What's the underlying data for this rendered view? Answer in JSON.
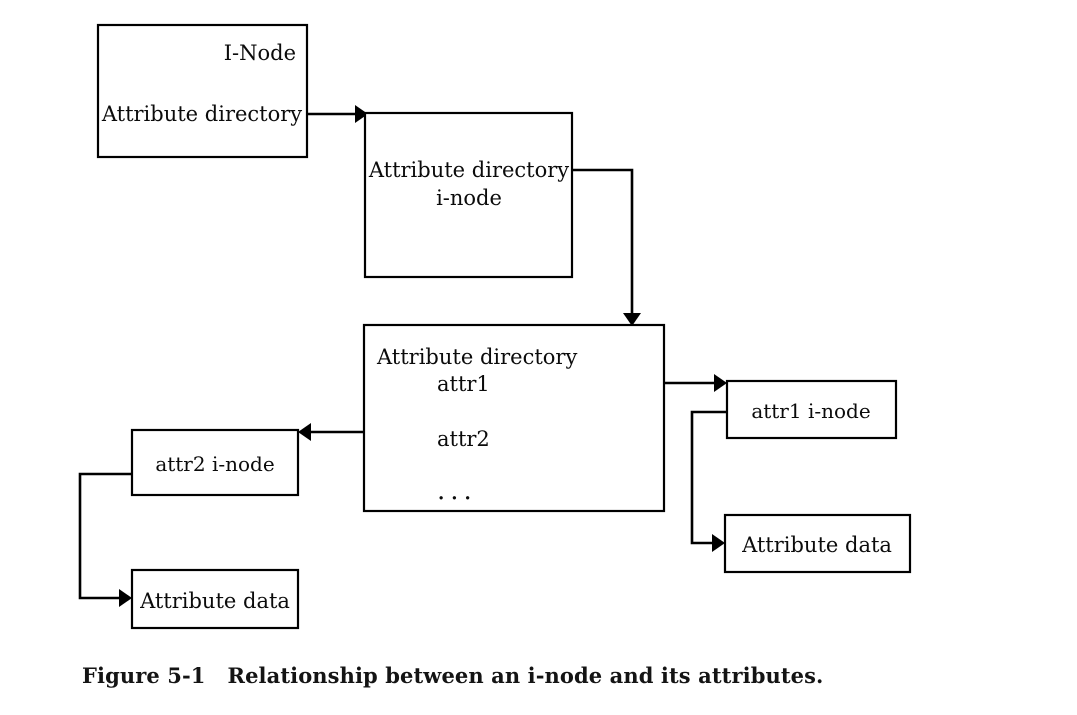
{
  "figure": {
    "caption_number": "Figure 5-1",
    "caption_text": "Relationship between an i-node and its attributes.",
    "stroke_color": "#000000",
    "background_color": "#ffffff"
  },
  "nodes": {
    "inode": {
      "id": "inode-box",
      "line1": "I-Node",
      "line2": "Attribute directory"
    },
    "attr_dir_inode": {
      "id": "attribute-directory-inode-box",
      "line1": "Attribute directory",
      "line2": "i-node"
    },
    "attr_dir": {
      "id": "attribute-directory-box",
      "title": "Attribute directory",
      "entries": [
        "attr1",
        "attr2"
      ],
      "ellipsis": "..."
    },
    "attr1_inode": {
      "id": "attr1-inode-box",
      "label": "attr1  i-node"
    },
    "attr1_data": {
      "id": "attr1-attribute-data-box",
      "label": "Attribute data"
    },
    "attr2_inode": {
      "id": "attr2-inode-box",
      "label": "attr2  i-node"
    },
    "attr2_data": {
      "id": "attr2-attribute-data-box",
      "label": "Attribute data"
    }
  },
  "connectors": [
    {
      "name": "inode-to-attr-dir-inode",
      "from": "inode",
      "to": "attr_dir_inode",
      "direction": "right"
    },
    {
      "name": "attr-dir-inode-to-attr-dir",
      "from": "attr_dir_inode",
      "to": "attr_dir",
      "direction": "down"
    },
    {
      "name": "attr-dir-to-attr1-inode",
      "from": "attr_dir",
      "to": "attr1_inode",
      "direction": "right"
    },
    {
      "name": "attr1-inode-to-attr1-data",
      "from": "attr1_inode",
      "to": "attr1_data",
      "direction": "down-right"
    },
    {
      "name": "attr-dir-to-attr2-inode",
      "from": "attr_dir",
      "to": "attr2_inode",
      "direction": "left"
    },
    {
      "name": "attr2-inode-to-attr2-data",
      "from": "attr2_inode",
      "to": "attr2_data",
      "direction": "down-right"
    }
  ]
}
